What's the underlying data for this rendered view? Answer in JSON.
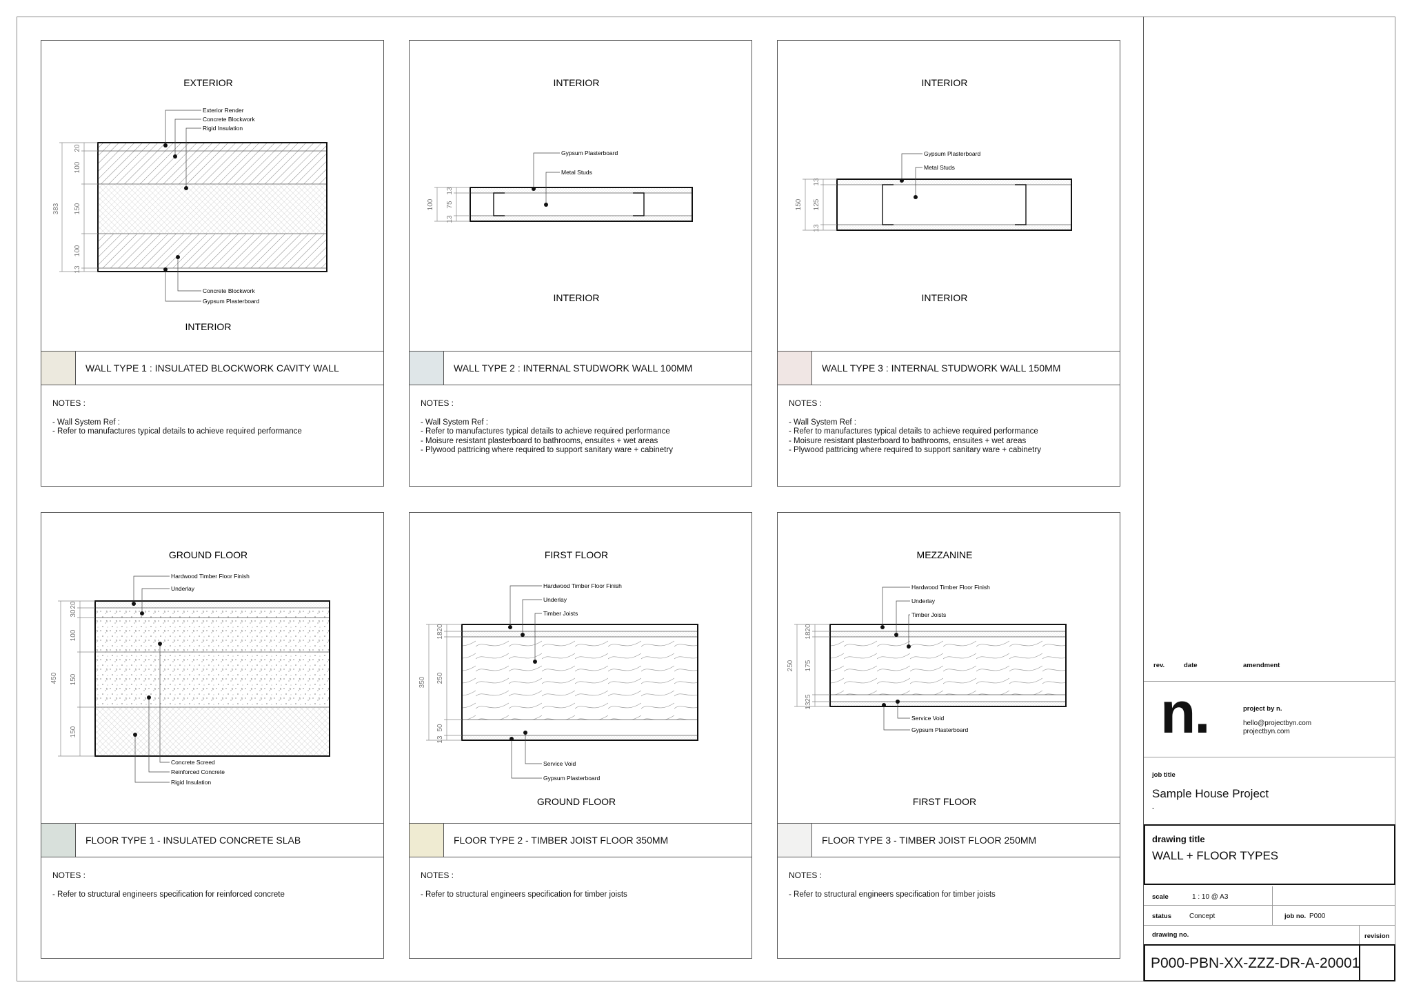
{
  "panels": [
    {
      "top_label": "EXTERIOR",
      "bottom_label": "INTERIOR",
      "title": "WALL TYPE 1 : INSULATED BLOCKWORK CAVITY WALL",
      "swatch_color": "#ece9de",
      "notes_heading": "NOTES :",
      "notes": [
        "- Wall System Ref :",
        "- Refer to manufactures typical details to achieve required performance"
      ],
      "labels": [
        "Exterior Render",
        "Concrete Blockwork",
        "Rigid Insulation",
        "Concrete Blockwork",
        "Gypsum Plasterboard"
      ],
      "dims": [
        "20",
        "100",
        "150",
        "100",
        "13",
        "383"
      ]
    },
    {
      "top_label": "INTERIOR",
      "bottom_label": "INTERIOR",
      "title": "WALL TYPE 2 : INTERNAL STUDWORK WALL 100MM",
      "swatch_color": "#dfe6e8",
      "notes_heading": "NOTES :",
      "notes": [
        "- Wall System Ref :",
        "- Refer to manufactures typical details to achieve required performance",
        "- Moisure resistant plasterboard to bathrooms, ensuites + wet areas",
        "- Plywood pattricing where required to support sanitary ware + cabinetry"
      ],
      "labels": [
        "Gypsum Plasterboard",
        "Metal Studs"
      ],
      "dims": [
        "13",
        "75",
        "13",
        "100"
      ]
    },
    {
      "top_label": "INTERIOR",
      "bottom_label": "INTERIOR",
      "title": "WALL TYPE 3 : INTERNAL STUDWORK WALL 150MM",
      "swatch_color": "#f0e6e4",
      "notes_heading": "NOTES :",
      "notes": [
        "- Wall System Ref :",
        "- Refer to manufactures typical details to achieve required performance",
        "- Moisure resistant plasterboard to bathrooms, ensuites + wet areas",
        "- Plywood pattricing where required to support sanitary ware + cabinetry"
      ],
      "labels": [
        "Gypsum Plasterboard",
        "Metal Studs"
      ],
      "dims": [
        "13",
        "125",
        "13",
        "150"
      ]
    },
    {
      "top_label": "GROUND FLOOR",
      "bottom_label": "",
      "title": "FLOOR TYPE 1 - INSULATED CONCRETE SLAB",
      "swatch_color": "#d8e0db",
      "notes_heading": "NOTES :",
      "notes": [
        "- Refer to structural engineers specification for reinforced concrete"
      ],
      "labels": [
        "Hardwood Timber Floor Finish",
        "Underlay",
        "Concrete Screed",
        "Reinforced Concrete",
        "Rigid Insulation"
      ],
      "dims": [
        "20",
        "30",
        "100",
        "150",
        "150",
        "450"
      ]
    },
    {
      "top_label": "FIRST FLOOR",
      "bottom_label": "GROUND FLOOR",
      "title": "FLOOR TYPE 2 - TIMBER JOIST FLOOR 350MM",
      "swatch_color": "#efebd2",
      "notes_heading": "NOTES :",
      "notes": [
        "- Refer to structural engineers specification for timber joists"
      ],
      "labels": [
        "Hardwood Timber Floor Finish",
        "Underlay",
        "Timber Joists",
        "Service Void",
        "Gypsum Plasterboard"
      ],
      "dims": [
        "20",
        "18",
        "250",
        "50",
        "13",
        "350"
      ]
    },
    {
      "top_label": "MEZZANINE",
      "bottom_label": "FIRST FLOOR",
      "title": "FLOOR TYPE 3 - TIMBER JOIST FLOOR 250MM",
      "swatch_color": "#f2f2f1",
      "notes_heading": "NOTES :",
      "notes": [
        "- Refer to structural engineers specification for timber joists"
      ],
      "labels": [
        "Hardwood Timber Floor Finish",
        "Underlay",
        "Timber Joists",
        "Service Void",
        "Gypsum Plasterboard"
      ],
      "dims": [
        "20",
        "18",
        "175",
        "25",
        "13",
        "250"
      ]
    }
  ],
  "title_block": {
    "rev_label": "rev.",
    "date_label": "date",
    "amendment_label": "amendment",
    "logo": "n.",
    "project_by": "project by n.",
    "email": "hello@projectbyn.com",
    "website": "projectbyn.com",
    "job_title_label": "job title",
    "job_title": "Sample House Project",
    "job_title_sub": "-",
    "drawing_title_label": "drawing title",
    "drawing_title": "WALL + FLOOR TYPES",
    "scale_label": "scale",
    "scale": "1 : 10 @ A3",
    "status_label": "status",
    "status": "Concept",
    "job_no_label": "job no.",
    "job_no": "P000",
    "drawing_no_label": "drawing no.",
    "revision_label": "revision",
    "drawing_no": "P000-PBN-XX-ZZZ-DR-A-20001"
  }
}
